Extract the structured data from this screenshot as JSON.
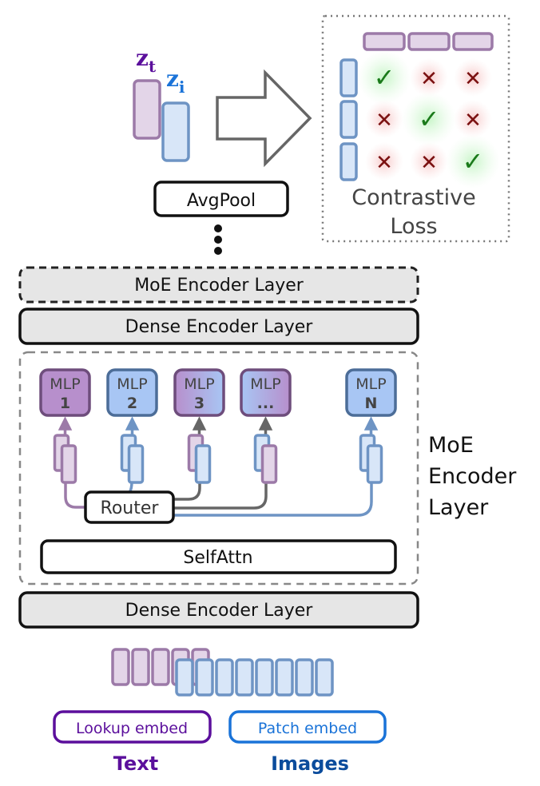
{
  "title": "MoE contrastive image-text encoder",
  "colors": {
    "text_purple": "#9c7aa8",
    "text_purple_fill": "#e3d5e8",
    "image_blue": "#6e94c4",
    "image_blue_fill": "#d8e6f8",
    "mlp_purple_fill": "#b78fcc",
    "mlp_purple_stroke": "#6e4d7c",
    "mlp_blue_fill": "#a8c6f4",
    "mlp_blue_stroke": "#4c6d98",
    "layer_fill": "#e6e6e6",
    "dark": "#111111",
    "gray_route": "#666666",
    "check_green": "#1a7a1a",
    "cross_red": "#7a1010",
    "text_label": "#5b0f9c",
    "images_label": "#0b4c9c",
    "lookup_stroke": "#5b0f9c",
    "patch_stroke": "#1a73d8"
  },
  "embeddings": {
    "z_t": {
      "base": "z",
      "sub": "t"
    },
    "z_i": {
      "base": "z",
      "sub": "i"
    }
  },
  "avgpool": {
    "label": "AvgPool"
  },
  "ellipsis": "⋮",
  "contrastive": {
    "title_line1": "Contrastive",
    "title_line2": "Loss",
    "matrix": [
      [
        "check",
        "cross",
        "cross"
      ],
      [
        "cross",
        "check",
        "cross"
      ],
      [
        "cross",
        "cross",
        "check"
      ]
    ],
    "check_glyph": "✓",
    "cross_glyph": "✕"
  },
  "layers": {
    "moe_top": "MoE Encoder Layer",
    "dense_top": "Dense Encoder Layer",
    "dense_bottom": "Dense Encoder Layer"
  },
  "moe_block": {
    "side_label_line1": "MoE",
    "side_label_line2": "Encoder",
    "side_label_line3": "Layer",
    "router": "Router",
    "selfattn": "SelfAttn",
    "experts": [
      {
        "name": "MLP",
        "index": "1",
        "style": "purple",
        "route": "text"
      },
      {
        "name": "MLP",
        "index": "2",
        "style": "blue",
        "route": "image"
      },
      {
        "name": "MLP",
        "index": "3",
        "style": "purple-blue",
        "route": "mixed-image-front"
      },
      {
        "name": "MLP",
        "index": "...",
        "style": "blue-purple",
        "route": "mixed-text-front"
      },
      {
        "name": "MLP",
        "index": "N",
        "style": "blue",
        "route": "image"
      }
    ]
  },
  "inputs": {
    "text_tokens": 5,
    "image_patches": 8,
    "lookup_embed": "Lookup embed",
    "patch_embed": "Patch embed",
    "text_label": "Text",
    "images_label": "Images"
  }
}
